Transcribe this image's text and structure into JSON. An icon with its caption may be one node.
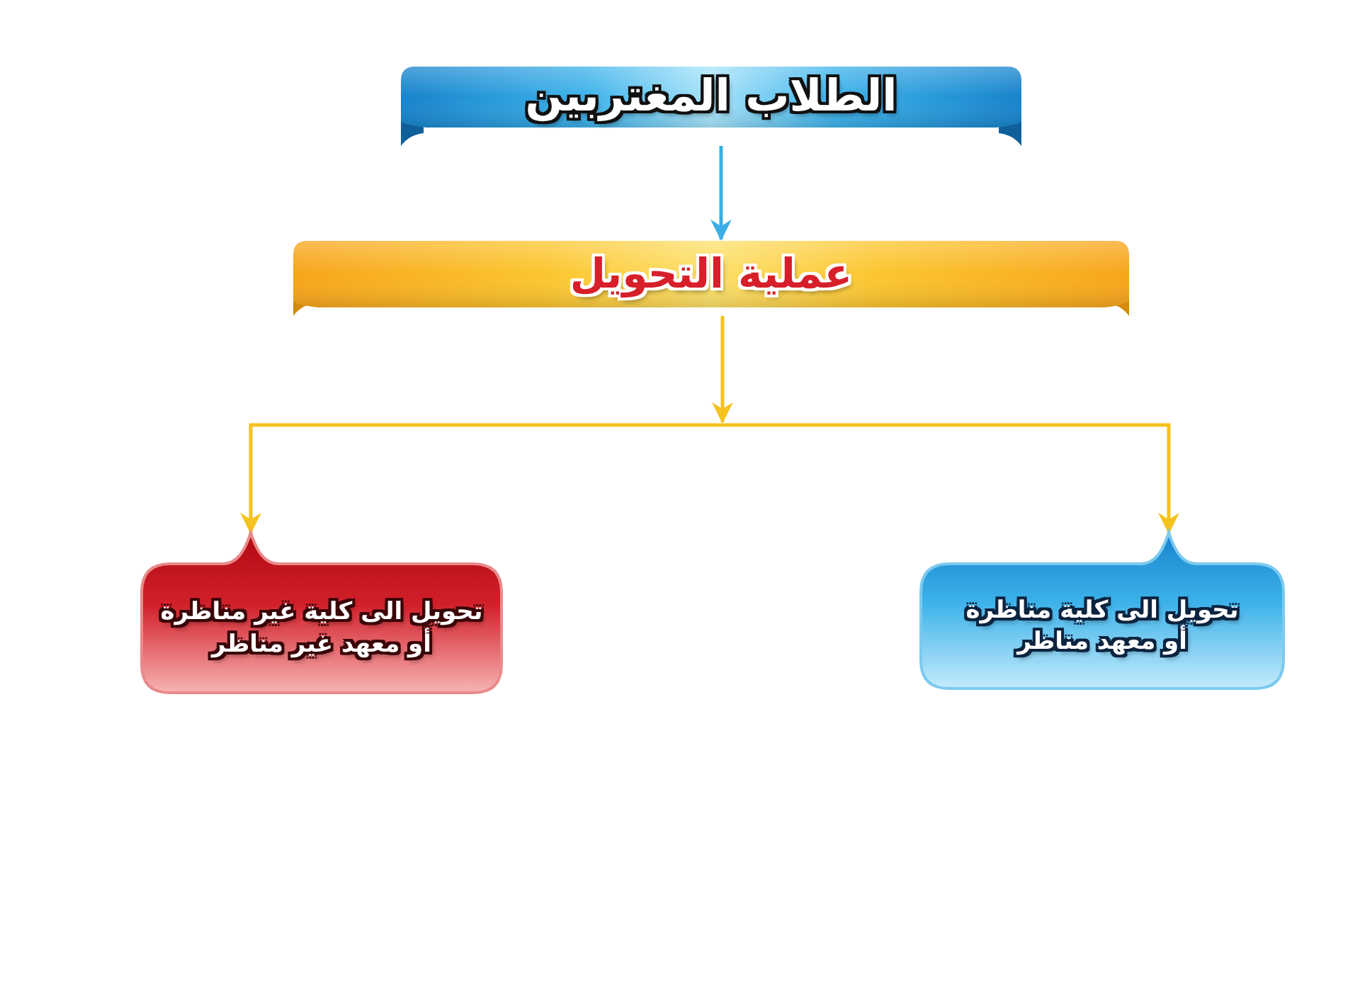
{
  "diagram": {
    "nodes": [
      {
        "text": [
          "الطلاب المغتربين"
        ]
      },
      {
        "text": [
          "عملية التحويل"
        ]
      },
      {
        "text": [
          "تحويل الى كلية مناظرة أو معهد مناظر"
        ]
      },
      {
        "text": [
          "تحويل الى كلية غير مناظرة أو معهد غير مناظر"
        ]
      }
    ],
    "edges": [
      {
        "from": 0,
        "to": 1,
        "arrow": "to",
        "color": "#3aaee5"
      },
      {
        "from": 1,
        "to": 2,
        "arrow": "to"
      },
      {
        "from": 1,
        "to": 3,
        "arrow": "to"
      }
    ]
  }
}
